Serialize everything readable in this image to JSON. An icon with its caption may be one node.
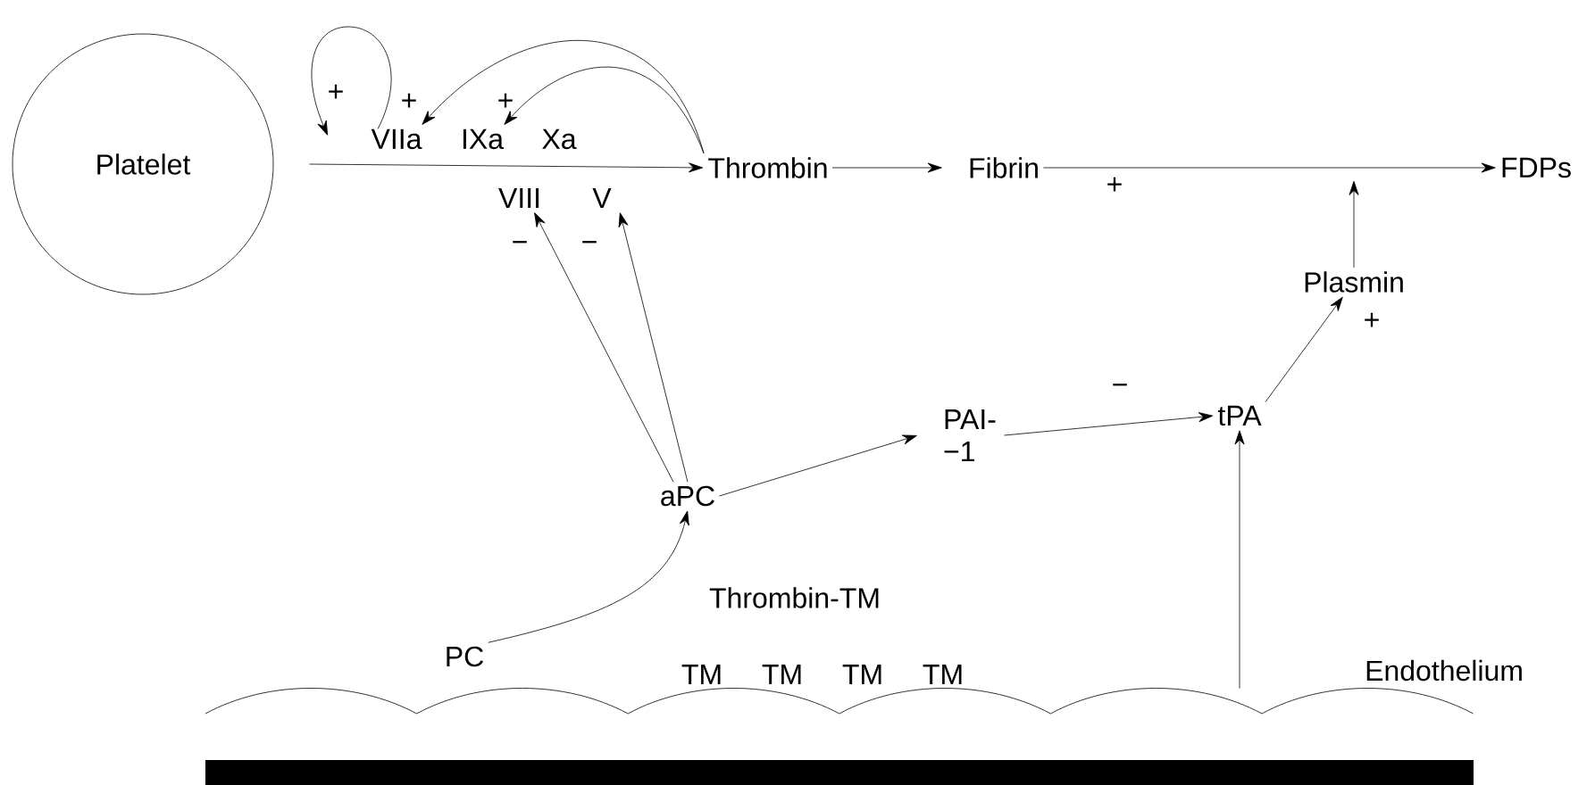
{
  "diagram": {
    "nodes": [
      {
        "text": [
          "Platelet"
        ]
      },
      {
        "text": [
          "VIIa"
        ]
      },
      {
        "text": [
          "IXa"
        ]
      },
      {
        "text": [
          "Xa"
        ]
      },
      {
        "text": [
          "VIII"
        ]
      },
      {
        "text": [
          "V"
        ]
      },
      {
        "text": [
          "Thrombin"
        ]
      },
      {
        "text": [
          "Fibrin"
        ]
      },
      {
        "text": [
          "FDPs"
        ]
      },
      {
        "text": [
          "Plasmin"
        ]
      },
      {
        "text": [
          "aPC"
        ]
      },
      {
        "text": [
          "PAI- −1"
        ]
      },
      {
        "text": [
          "tPA"
        ]
      },
      {
        "text": [
          "PC"
        ]
      },
      {
        "text": [
          "Endothelium"
        ]
      }
    ],
    "edges": [
      {
        "from": 0,
        "to": 6,
        "arrow": "to"
      },
      {
        "from": 1,
        "to": 1,
        "arrow": "to"
      },
      {
        "from": 6,
        "to": 1,
        "arrow": "to"
      },
      {
        "from": 6,
        "to": 2,
        "arrow": "to"
      },
      {
        "from": 6,
        "to": 7,
        "arrow": "to"
      },
      {
        "from": 7,
        "to": 8,
        "arrow": "to"
      },
      {
        "from": 9,
        "to": null,
        "arrow": "to"
      },
      {
        "from": 10,
        "to": 4,
        "arrow": "to"
      },
      {
        "from": 10,
        "to": 5,
        "arrow": "to"
      },
      {
        "from": 10,
        "to": 11,
        "arrow": "to"
      },
      {
        "from": 11,
        "to": 12,
        "arrow": "to"
      },
      {
        "from": 12,
        "to": 9,
        "arrow": "to"
      },
      {
        "from": 13,
        "to": 10,
        "arrow": "to"
      },
      {
        "from": 14,
        "to": 12,
        "arrow": "to"
      }
    ],
    "labels": [
      "+",
      "+",
      "+",
      "−",
      "−",
      "+",
      "+",
      "−",
      "Thrombin-TM",
      "TM",
      "TM",
      "TM",
      "TM"
    ]
  }
}
